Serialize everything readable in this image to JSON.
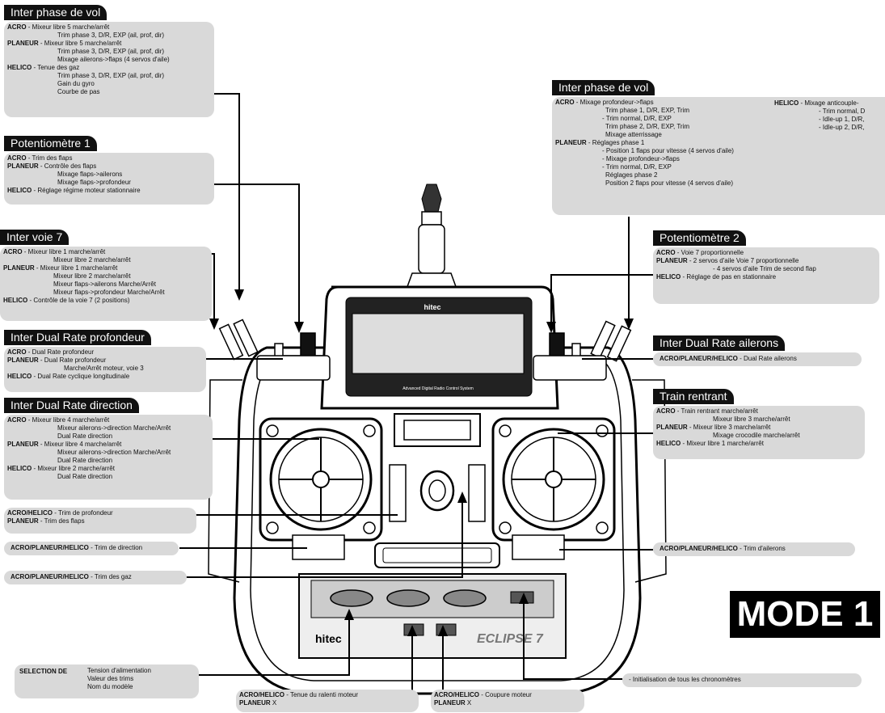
{
  "left": {
    "phase_vol": {
      "title": "Inter phase de vol",
      "lines": [
        {
          "k": "ACRO",
          "t": " - Mixeur libre 5 marche/arrêt"
        },
        {
          "k": "",
          "t": "Trim phase 3, D/R, EXP (ail, prof, dir)",
          "i": 1
        },
        {
          "k": "PLANEUR",
          "t": " - Mixeur libre 5 marche/arrêt"
        },
        {
          "k": "",
          "t": "Trim phase 3, D/R, EXP (ail, prof, dir)",
          "i": 1
        },
        {
          "k": "",
          "t": "Mixage ailerons->flaps (4 servos d'aile)",
          "i": 1
        },
        {
          "k": "HELICO",
          "t": " - Tenue des gaz"
        },
        {
          "k": "",
          "t": "Trim phase 3, D/R, EXP (ail, prof, dir)",
          "i": 1
        },
        {
          "k": "",
          "t": "Gain du gyro",
          "i": 1
        },
        {
          "k": "",
          "t": "Courbe de pas",
          "i": 1
        }
      ]
    },
    "pot1": {
      "title": "Potentiomètre 1",
      "lines": [
        {
          "k": "ACRO",
          "t": " - Trim des flaps"
        },
        {
          "k": "PLANEUR",
          "t": " - Contrôle des flaps"
        },
        {
          "k": "",
          "t": "Mixage flaps->ailerons",
          "i": 1
        },
        {
          "k": "",
          "t": "Mixage flaps->profondeur",
          "i": 1
        },
        {
          "k": "HELICO",
          "t": " - Réglage régime moteur stationnaire"
        }
      ]
    },
    "voie7": {
      "title": "Inter voie 7",
      "lines": [
        {
          "k": "ACRO",
          "t": " - Mixeur libre 1 marche/arrêt"
        },
        {
          "k": "",
          "t": "Mixeur libre 2 marche/arrêt",
          "i": 1
        },
        {
          "k": "PLANEUR",
          "t": " - Mixeur libre 1 marche/arrêt"
        },
        {
          "k": "",
          "t": "Mixeur libre 2 marche/arrêt",
          "i": 1
        },
        {
          "k": "",
          "t": "Mixeur flaps->ailerons Marche/Arrêt",
          "i": 1
        },
        {
          "k": "",
          "t": "Mixeur flaps->profondeur Marche/Arrêt",
          "i": 1
        },
        {
          "k": "HELICO",
          "t": " - Contrôle de la voie 7 (2 positions)"
        }
      ]
    },
    "dr_prof": {
      "title": "Inter Dual Rate profondeur",
      "lines": [
        {
          "k": "ACRO",
          "t": " - Dual Rate profondeur"
        },
        {
          "k": "PLANEUR",
          "t": " - Dual Rate profondeur"
        },
        {
          "k": "",
          "t": "Marche/Arrêt moteur, voie 3",
          "i": 2
        },
        {
          "k": "HELICO",
          "t": " - Dual Rate cyclique longitudinale"
        }
      ]
    },
    "dr_dir": {
      "title": "Inter Dual Rate direction",
      "lines": [
        {
          "k": "ACRO",
          "t": " - Mixeur libre 4 marche/arrêt"
        },
        {
          "k": "",
          "t": "Mixeur ailerons->direction Marche/Arrêt",
          "i": 1
        },
        {
          "k": "",
          "t": "Dual Rate direction",
          "i": 1
        },
        {
          "k": "PLANEUR",
          "t": " - Mixeur libre 4 marche/arrêt"
        },
        {
          "k": "",
          "t": "Mixeur ailerons->direction Marche/Arrêt",
          "i": 1
        },
        {
          "k": "",
          "t": "Dual Rate direction",
          "i": 1
        },
        {
          "k": "HELICO",
          "t": " - Mixeur libre 2 marche/arrêt"
        },
        {
          "k": "",
          "t": "Dual Rate direction",
          "i": 1
        }
      ]
    },
    "trim_prof": {
      "lines": [
        {
          "k": "ACRO/HELICO",
          "t": " - Trim de profondeur"
        },
        {
          "k": "PLANEUR",
          "t": " - Trim des flaps"
        }
      ]
    },
    "trim_dir": {
      "k": "ACRO/PLANEUR/HELICO",
      "t": " - Trim de direction"
    },
    "trim_gaz": {
      "k": "ACRO/PLANEUR/HELICO",
      "t": " - Trim des gaz"
    },
    "selection": {
      "k": "SELECTION DE",
      "lines": [
        "Tension d'alimentation",
        "Valeur des trims",
        "Nom du modèle"
      ]
    }
  },
  "right": {
    "phase_vol": {
      "title": "Inter phase de vol",
      "lines": [
        {
          "k": "ACRO",
          "t": " - Mixage profondeur->flaps"
        },
        {
          "k": "",
          "t": "Trim phase 1, D/R, EXP, Trim",
          "i": 1
        },
        {
          "k": "",
          "t": "- Trim normal, D/R, EXP",
          "i": 3
        },
        {
          "k": "",
          "t": "Trim phase 2, D/R, EXP, Trim",
          "i": 1
        },
        {
          "k": "",
          "t": "Mixage atterrissage",
          "i": 1
        },
        {
          "k": "PLANEUR",
          "t": " - Réglages phase 1"
        },
        {
          "k": "",
          "t": "- Position 1 flaps pour vitesse (4 servos d'aile)",
          "i": 3
        },
        {
          "k": "",
          "t": "- Mixage profondeur->flaps",
          "i": 3
        },
        {
          "k": "",
          "t": "- Trim normal, D/R, EXP",
          "i": 3
        },
        {
          "k": "",
          "t": "Réglages phase 2",
          "i": 1
        },
        {
          "k": "",
          "t": "Position 2 flaps pour vitesse (4 servos d'aile)",
          "i": 1
        }
      ],
      "heli_k": "HELICO",
      "heli_t": " - Mixage anticouple-",
      "heli_lines": [
        "- Trim normal, D",
        "- Idle-up 1, D/R,",
        "- Idle-up 2, D/R,"
      ]
    },
    "pot2": {
      "title": "Potentiomètre 2",
      "lines": [
        {
          "k": "ACRO",
          "t": " - Voie 7 proportionnelle"
        },
        {
          "k": "PLANEUR",
          "t": " - 2 servos d'aile Voie 7 proportionnelle"
        },
        {
          "k": "",
          "t": "- 4 servos d'aile Trim de second flap",
          "i": 2
        },
        {
          "k": "HELICO",
          "t": " - Réglage de pas en stationnaire"
        }
      ]
    },
    "dr_ail": {
      "title": "Inter Dual Rate ailerons",
      "k": "ACRO/PLANEUR/HELICO",
      "t": " - Dual Rate ailerons"
    },
    "train": {
      "title": "Train rentrant",
      "lines": [
        {
          "k": "ACRO",
          "t": " - Train rentrant marche/arrêt"
        },
        {
          "k": "",
          "t": "Mixeur libre 3 marche/arrêt",
          "i": 2
        },
        {
          "k": "PLANEUR",
          "t": " - Mixeur libre 3 marche/arrêt"
        },
        {
          "k": "",
          "t": "Mixage crocodile marche/arrêt",
          "i": 2
        },
        {
          "k": "HELICO",
          "t": " - Mixeur libre 1 marche/arrêt"
        }
      ]
    },
    "trim_ail": {
      "k": "ACRO/PLANEUR/HELICO",
      "t": " - Trim d'ailerons"
    },
    "chrono": {
      "t": "- Initialisation de tous les chronomètres"
    }
  },
  "bottom": {
    "ralenti": {
      "lines": [
        {
          "k": "ACRO/HELICO",
          "t": " - Tenue du ralenti moteur"
        },
        {
          "k": "PLANEUR",
          "t": " X"
        }
      ]
    },
    "coupure": {
      "lines": [
        {
          "k": "ACRO/HELICO",
          "t": " - Coupure moteur"
        },
        {
          "k": "PLANEUR",
          "t": " X"
        }
      ]
    }
  },
  "device": {
    "brand": "hitec",
    "screen_caption": "Advanced Digital Radio Control System",
    "model_name": "ECLIPSE 7",
    "brand_bottom": "hitec"
  },
  "mode_label": "MODE 1"
}
